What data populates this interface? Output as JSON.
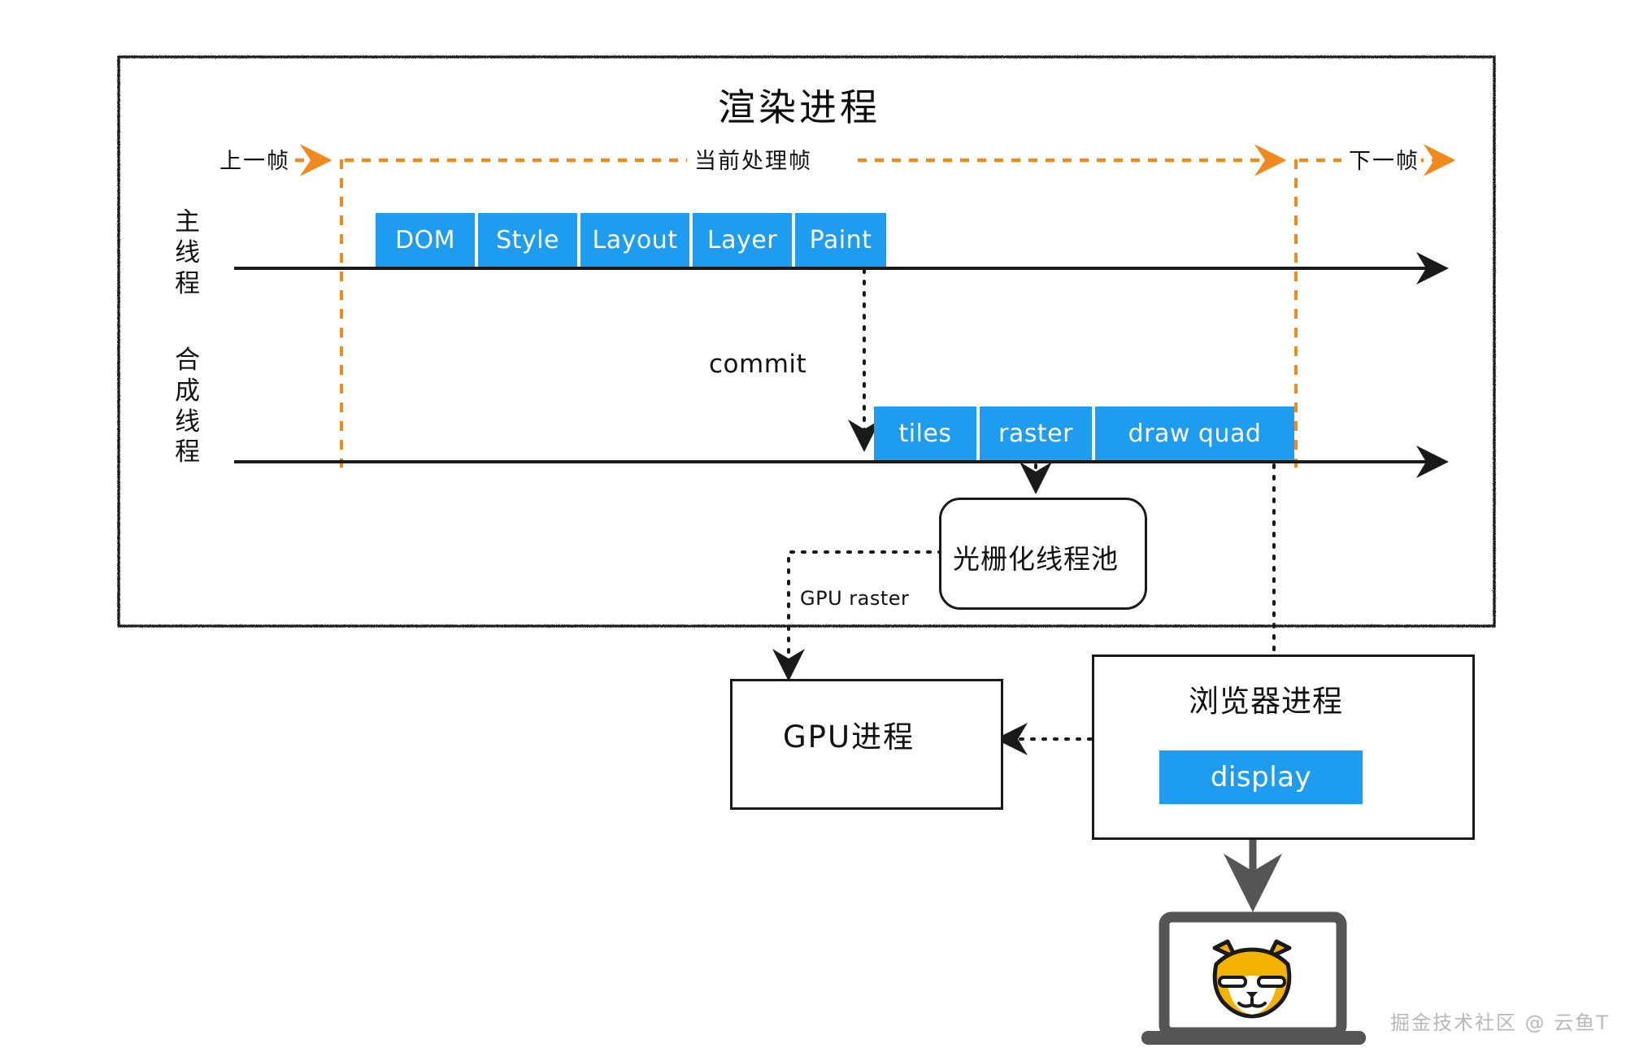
{
  "diagram": {
    "title": "渲染进程",
    "watermark": "掘金技术社区 @ 云鱼T",
    "accent_blue": "#1e9cf0",
    "accent_orange": "#f18a1e",
    "stroke_black": "#1a1a1a"
  },
  "frames": {
    "prev_label": "上一帧",
    "current_label": "当前处理帧",
    "next_label": "下一帧"
  },
  "threads": {
    "main": "主线程",
    "compositor": "合成线程"
  },
  "main_thread_steps": [
    {
      "label": "DOM"
    },
    {
      "label": "Style"
    },
    {
      "label": "Layout"
    },
    {
      "label": "Layer"
    },
    {
      "label": "Paint"
    }
  ],
  "compositor_steps": [
    {
      "label": "tiles"
    },
    {
      "label": "raster"
    },
    {
      "label": "draw quad"
    }
  ],
  "connectors": {
    "commit": "commit",
    "gpu_raster": "GPU raster"
  },
  "nodes": {
    "raster_pool": "光栅化线程池",
    "gpu_process": "GPU进程",
    "browser_process": "浏览器进程",
    "display": "display"
  },
  "device": {
    "screen_icon": "doge-face"
  }
}
